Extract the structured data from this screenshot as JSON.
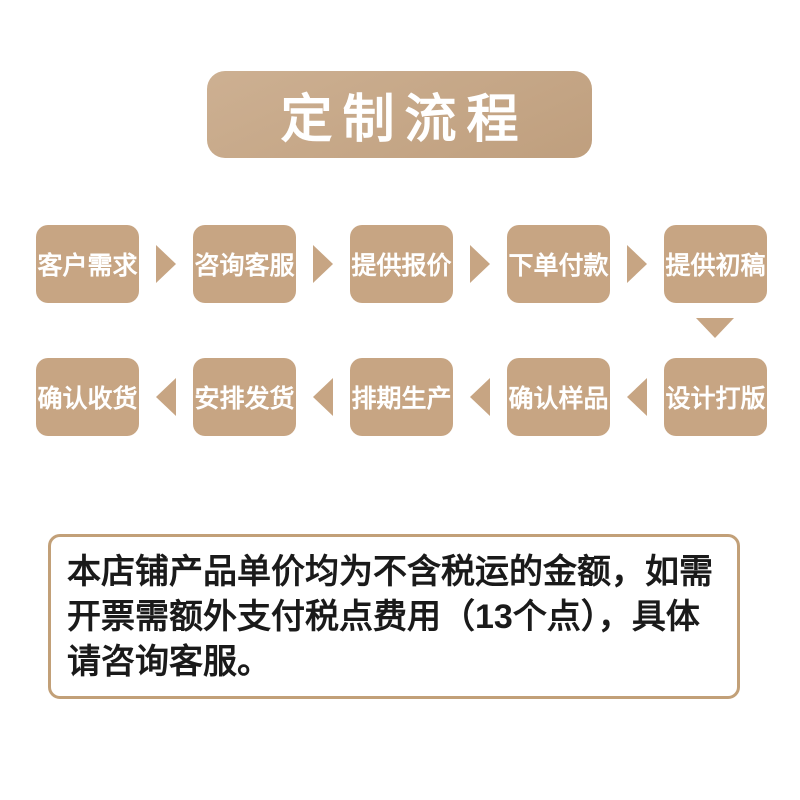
{
  "title": "定制流程",
  "colors": {
    "tan": "#c7a583",
    "banner_top": "#cdb092",
    "banner_bottom": "#bf9f7e",
    "note_border": "#c2a078",
    "note_text": "#1a1a1a",
    "step_text": "#ffffff"
  },
  "flow": {
    "row1": {
      "arrow_direction": "right",
      "steps": [
        {
          "label": "客户需求"
        },
        {
          "label": "咨询客服"
        },
        {
          "label": "提供报价"
        },
        {
          "label": "下单付款"
        },
        {
          "label": "提供初稿"
        }
      ]
    },
    "row2": {
      "arrow_direction": "left",
      "steps": [
        {
          "label": "确认收货"
        },
        {
          "label": "安排发货"
        },
        {
          "label": "排期生产"
        },
        {
          "label": "确认样品"
        },
        {
          "label": "设计打版"
        }
      ]
    }
  },
  "note": {
    "lines": [
      "本店铺产品单价均为不含税运的金额，如需",
      "开票需额外支付税点费用（13个点），具体",
      "请咨询客服。"
    ]
  }
}
